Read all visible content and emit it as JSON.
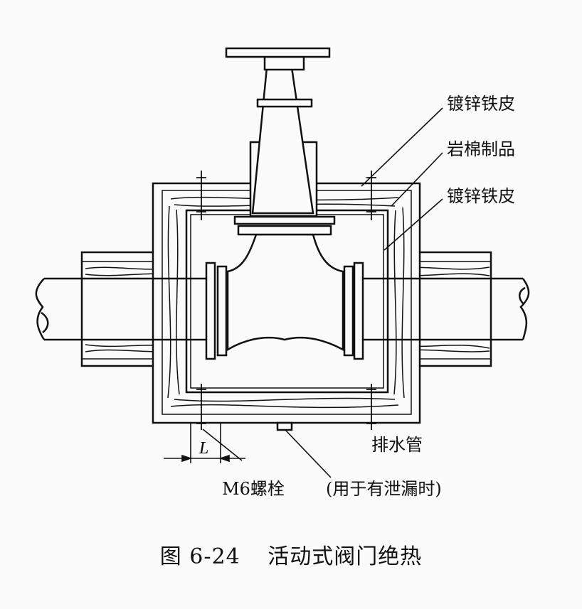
{
  "figure": {
    "labels": {
      "sheet_top": "镀锌铁皮",
      "rock_wool": "岩棉制品",
      "sheet_inner": "镀锌铁皮",
      "drain_pipe": "排水管",
      "bolt": "M6螺栓",
      "drain_note": "(用于有泄漏时)",
      "dimension": "L"
    },
    "caption": {
      "number": "图 6-24",
      "title": "活动式阀门绝热"
    }
  }
}
